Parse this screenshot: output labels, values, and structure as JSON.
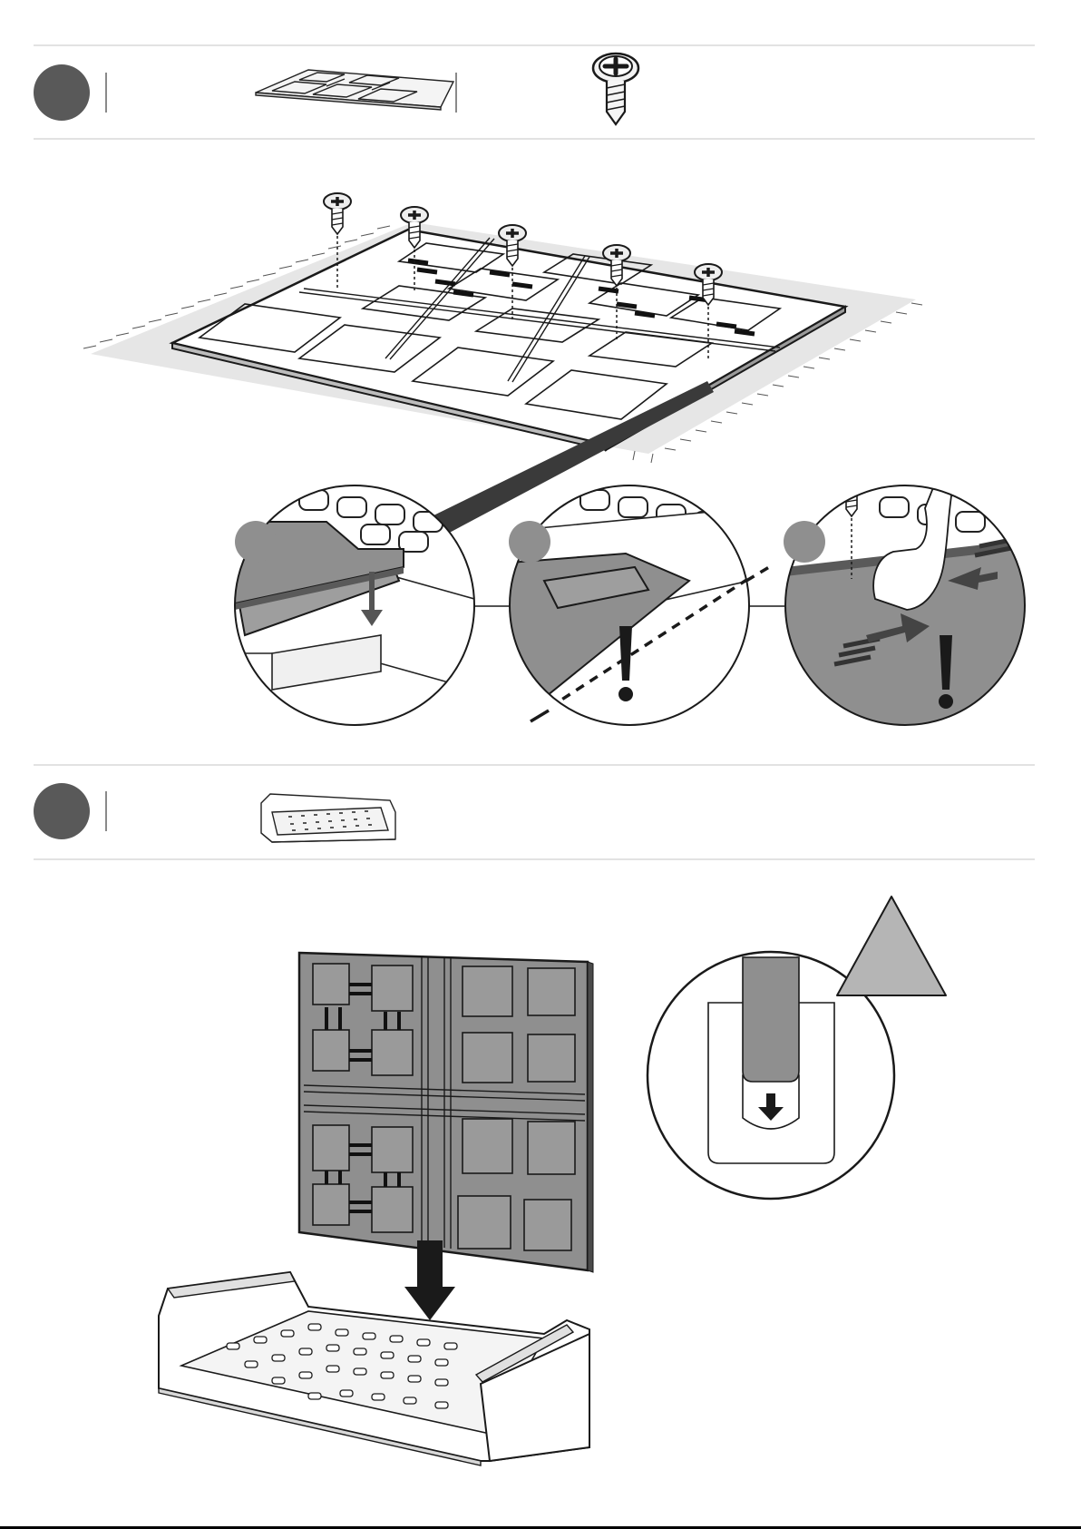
{
  "document": {
    "type": "assembly-instructions",
    "colors": {
      "panel_gray": "#8f8f8f",
      "badge_gray": "#595959",
      "surface_gray": "#e6e6e6",
      "ink": "#1a1a1a",
      "rule": "#e2e2e2"
    },
    "steps": [
      {
        "parts": [
          "base-panel",
          "screw"
        ],
        "details": [
          "panel-edge-down",
          "panel-alignment-warning",
          "screw-slide-warning"
        ]
      },
      {
        "parts": [
          "tray-base"
        ],
        "details": [
          "slot-insert-caution"
        ]
      }
    ],
    "icons": [
      "screw-icon",
      "arrow-down-icon",
      "exclamation-icon",
      "caution-triangle-icon",
      "hand-icon"
    ]
  }
}
